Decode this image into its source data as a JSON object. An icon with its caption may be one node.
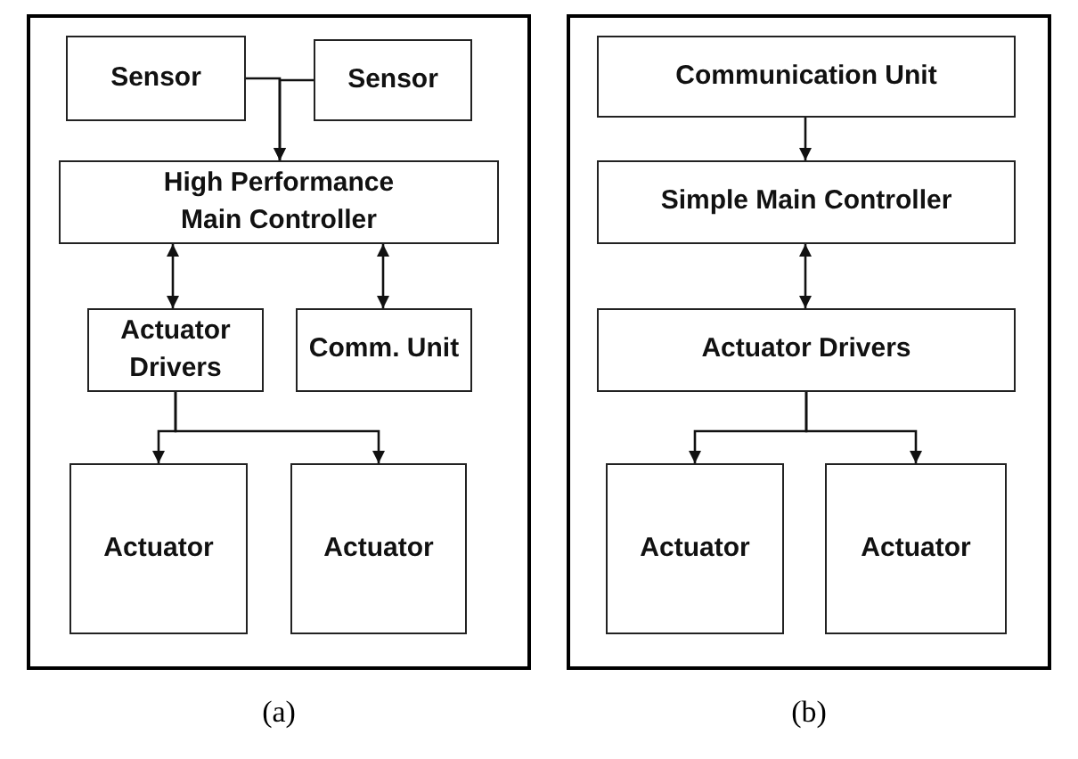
{
  "diagram": {
    "nodes": [
      {
        "text": [],
        "shape": "box",
        "beside": [
          "(a)"
        ]
      },
      {
        "text": [
          "Sensor"
        ],
        "in": 0
      },
      {
        "text": [
          "Sensor"
        ],
        "in": 0
      },
      {
        "text": [
          "High Performance Main Controller"
        ],
        "in": 0
      },
      {
        "text": [
          "Actuator Drivers"
        ],
        "in": 0
      },
      {
        "text": [
          "Comm. Unit"
        ],
        "in": 0
      },
      {
        "text": [
          "Actuator"
        ],
        "in": 0
      },
      {
        "text": [
          "Actuator"
        ],
        "in": 0
      },
      {
        "text": [],
        "shape": "box",
        "beside": [
          "(b)"
        ]
      },
      {
        "text": [
          "Communication Unit"
        ],
        "in": 8
      },
      {
        "text": [
          "Simple Main Controller"
        ],
        "in": 8
      },
      {
        "text": [
          "Actuator Drivers"
        ],
        "in": 8
      },
      {
        "text": [
          "Actuator"
        ],
        "in": 8
      },
      {
        "text": [
          "Actuator"
        ],
        "in": 8
      }
    ],
    "edges": [
      {
        "from": 1,
        "to": 3,
        "arrow": "to"
      },
      {
        "from": 2,
        "to": 3,
        "arrow": "to"
      },
      {
        "from": 3,
        "to": 4,
        "arrow": "both"
      },
      {
        "from": 3,
        "to": 5,
        "arrow": "both"
      },
      {
        "from": 4,
        "to": 6,
        "arrow": "to"
      },
      {
        "from": 4,
        "to": 7,
        "arrow": "to"
      },
      {
        "from": 9,
        "to": 10,
        "arrow": "to"
      },
      {
        "from": 10,
        "to": 11,
        "arrow": "both"
      },
      {
        "from": 11,
        "to": 12,
        "arrow": "to"
      },
      {
        "from": 11,
        "to": 13,
        "arrow": "to"
      }
    ]
  }
}
